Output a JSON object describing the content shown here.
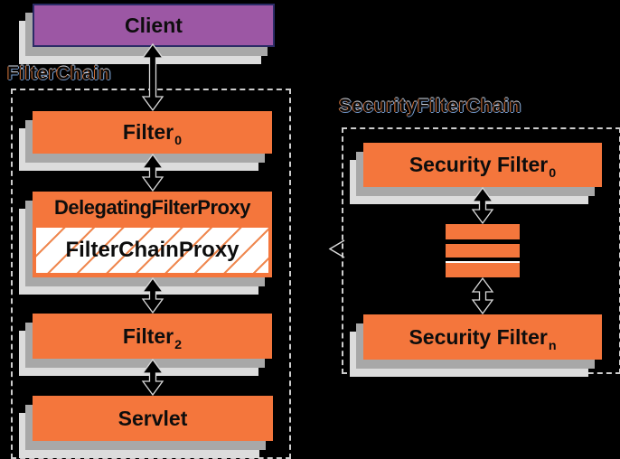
{
  "colors": {
    "background": "#000000",
    "box_orange": "#f4763c",
    "client_purple": "#9c57a4",
    "shadow_inner": "#a8a8a8",
    "shadow_outer": "#dcdcdc",
    "dashed_border": "#cdcdcd",
    "hatch_orange": "#ef8850",
    "text": "#0d0d0d",
    "arrow_outline": "#d9d9d9"
  },
  "client": {
    "label": "Client"
  },
  "filter_chain": {
    "label": "FilterChain",
    "filter0": {
      "base": "Filter",
      "sub": "0"
    },
    "delegating_filter_proxy": {
      "label": "DelegatingFilterProxy"
    },
    "filter_chain_proxy": {
      "label": "FilterChainProxy"
    },
    "filter2": {
      "base": "Filter",
      "sub": "2"
    },
    "servlet": {
      "label": "Servlet"
    }
  },
  "security_filter_chain": {
    "label": "SecurityFilterChain",
    "security_filter0": {
      "base": "Security Filter",
      "sub": "0"
    },
    "security_filtern": {
      "base": "Security Filter",
      "sub": "n"
    }
  }
}
